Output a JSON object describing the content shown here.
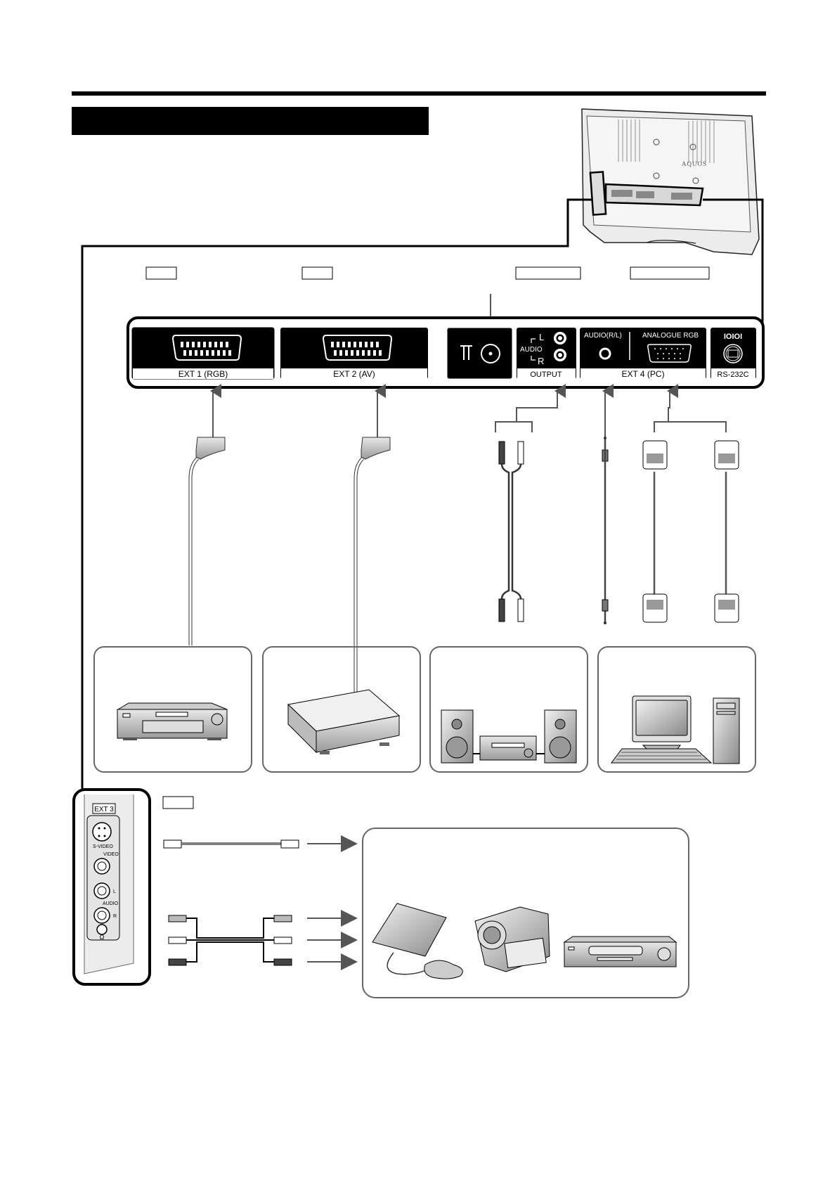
{
  "page": {
    "title_bar": "",
    "brand_on_tv": "AQUOS"
  },
  "label_boxes": {
    "ext1_box": "",
    "ext2_box": "",
    "output_box": "",
    "ext4_box": "",
    "ext3_box": ""
  },
  "rear_panel": {
    "terminals": [
      {
        "id": "ext1",
        "label": "EXT 1 (RGB)",
        "type": "scart"
      },
      {
        "id": "ext2",
        "label": "EXT 2 (AV)",
        "type": "scart"
      },
      {
        "id": "antenna",
        "label": "",
        "type": "antenna"
      },
      {
        "id": "output",
        "label": "OUTPUT",
        "type": "rca-audio",
        "audio_label": "AUDIO",
        "left": "L",
        "right": "R"
      },
      {
        "id": "ext4",
        "label": "EXT 4 (PC)",
        "type": "pc",
        "audio_label": "AUDIO(R/L)",
        "rgb_label": "ANALOGUE RGB"
      },
      {
        "id": "rs232c",
        "label": "RS-232C",
        "type": "serial",
        "symbol": "IOIOI"
      }
    ]
  },
  "side_panel": {
    "title": "EXT 3",
    "svideo": "S-VIDEO",
    "video": "VIDEO",
    "audio": "AUDIO",
    "l": "L",
    "r": "R",
    "headphone": "Ω"
  },
  "devices": {
    "top_row": [
      {
        "name": "vcr-recorder",
        "connects_to": "ext1"
      },
      {
        "name": "decoder-box",
        "connects_to": "ext2"
      },
      {
        "name": "audio-amplifier",
        "connects_to": "output"
      },
      {
        "name": "personal-computer",
        "connects_to": "ext4"
      }
    ],
    "bottom_group": [
      "game-console",
      "camcorder",
      "vcr"
    ]
  },
  "colors": {
    "ink": "#000000",
    "line_gray": "#555555",
    "box_border": "#666666",
    "panel_fill": "#000000",
    "label_fill": "#ffffff"
  }
}
